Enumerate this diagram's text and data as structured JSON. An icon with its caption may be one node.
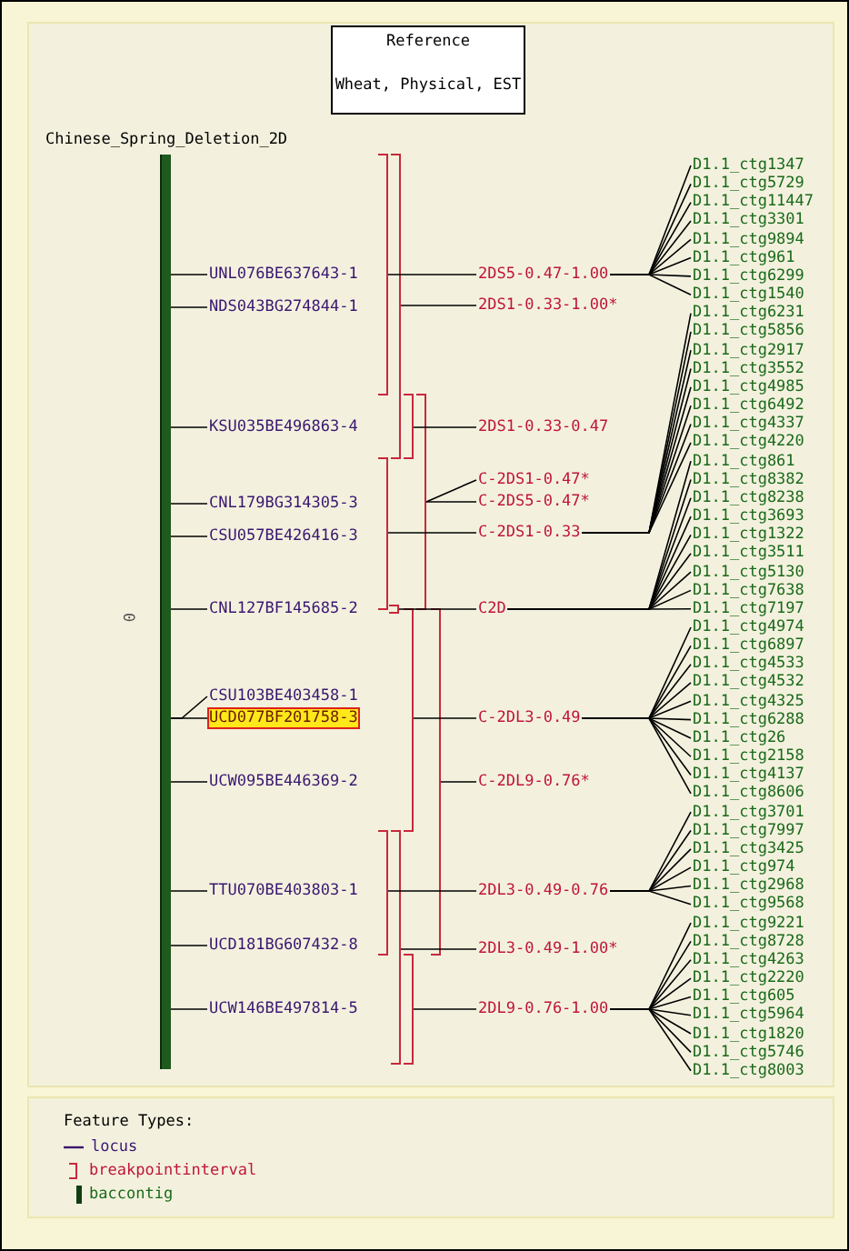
{
  "diagram": {
    "nodes": [
      {
        "text": [
          "Reference",
          "Wheat, Physical, EST"
        ]
      },
      {
        "text": [
          "Chinese_Spring_Deletion_2D"
        ]
      },
      {
        "text": [
          "UNL076BE637643-1"
        ]
      },
      {
        "text": [
          "NDS043BG274844-1"
        ]
      },
      {
        "text": [
          "KSU035BE496863-4"
        ]
      },
      {
        "text": [
          "CNL179BG314305-3"
        ]
      },
      {
        "text": [
          "CSU057BE426416-3"
        ]
      },
      {
        "text": [
          "CNL127BF145685-2"
        ]
      },
      {
        "text": [
          "CSU103BE403458-1"
        ]
      },
      {
        "text": [
          "UCD077BF201758-3"
        ]
      },
      {
        "text": [
          "UCW095BE446369-2"
        ]
      },
      {
        "text": [
          "TTU070BE403803-1"
        ]
      },
      {
        "text": [
          "UCD181BG607432-8"
        ]
      },
      {
        "text": [
          "UCW146BE497814-5"
        ]
      },
      {
        "text": [],
        "shape": "bracket"
      },
      {
        "text": [],
        "shape": "bracket"
      },
      {
        "text": [],
        "shape": "bracket"
      },
      {
        "text": [],
        "shape": "bracket"
      },
      {
        "text": [],
        "shape": "bracket"
      },
      {
        "text": [],
        "shape": "bracket"
      },
      {
        "text": [],
        "shape": "bracket"
      },
      {
        "text": [],
        "shape": "bracket"
      },
      {
        "text": [],
        "shape": "bracket"
      },
      {
        "text": [],
        "shape": "bracket"
      },
      {
        "text": [],
        "shape": "bracket"
      },
      {
        "text": [
          "2DS5-0.47-1.00"
        ]
      },
      {
        "text": [
          "2DS1-0.33-1.00*"
        ]
      },
      {
        "text": [
          "2DS1-0.33-0.47"
        ]
      },
      {
        "text": [
          "C-2DS1-0.47*"
        ]
      },
      {
        "text": [
          "C-2DS5-0.47*"
        ]
      },
      {
        "text": [
          "C-2DS1-0.33"
        ]
      },
      {
        "text": [
          "C2D"
        ]
      },
      {
        "text": [
          "C-2DL3-0.49"
        ]
      },
      {
        "text": [
          "C-2DL9-0.76*"
        ]
      },
      {
        "text": [
          "2DL3-0.49-0.76"
        ]
      },
      {
        "text": [
          "2DL3-0.49-1.00*"
        ]
      },
      {
        "text": [
          "2DL9-0.76-1.00"
        ]
      },
      {
        "text": [
          "D1.1_ctg1347"
        ]
      },
      {
        "text": [
          "D1.1_ctg5729"
        ]
      },
      {
        "text": [
          "D1.1_ctg11447"
        ]
      },
      {
        "text": [
          "D1.1_ctg3301"
        ]
      },
      {
        "text": [
          "D1.1_ctg9894"
        ]
      },
      {
        "text": [
          "D1.1_ctg961"
        ]
      },
      {
        "text": [
          "D1.1_ctg6299"
        ]
      },
      {
        "text": [
          "D1.1_ctg1540"
        ]
      },
      {
        "text": [
          "D1.1_ctg6231"
        ]
      },
      {
        "text": [
          "D1.1_ctg5856"
        ]
      },
      {
        "text": [
          "D1.1_ctg2917"
        ]
      },
      {
        "text": [
          "D1.1_ctg3552"
        ]
      },
      {
        "text": [
          "D1.1_ctg4985"
        ]
      },
      {
        "text": [
          "D1.1_ctg6492"
        ]
      },
      {
        "text": [
          "D1.1_ctg4337"
        ]
      },
      {
        "text": [
          "D1.1_ctg4220"
        ]
      },
      {
        "text": [
          "D1.1_ctg861"
        ]
      },
      {
        "text": [
          "D1.1_ctg8382"
        ]
      },
      {
        "text": [
          "D1.1_ctg8238"
        ]
      },
      {
        "text": [
          "D1.1_ctg3693"
        ]
      },
      {
        "text": [
          "D1.1_ctg1322"
        ]
      },
      {
        "text": [
          "D1.1_ctg3511"
        ]
      },
      {
        "text": [
          "D1.1_ctg5130"
        ]
      },
      {
        "text": [
          "D1.1_ctg7638"
        ]
      },
      {
        "text": [
          "D1.1_ctg7197"
        ]
      },
      {
        "text": [
          "D1.1_ctg4974"
        ]
      },
      {
        "text": [
          "D1.1_ctg6897"
        ]
      },
      {
        "text": [
          "D1.1_ctg4533"
        ]
      },
      {
        "text": [
          "D1.1_ctg4532"
        ]
      },
      {
        "text": [
          "D1.1_ctg4325"
        ]
      },
      {
        "text": [
          "D1.1_ctg6288"
        ]
      },
      {
        "text": [
          "D1.1_ctg26"
        ]
      },
      {
        "text": [
          "D1.1_ctg2158"
        ]
      },
      {
        "text": [
          "D1.1_ctg4137"
        ]
      },
      {
        "text": [
          "D1.1_ctg8606"
        ]
      },
      {
        "text": [
          "D1.1_ctg3701"
        ]
      },
      {
        "text": [
          "D1.1_ctg7997"
        ]
      },
      {
        "text": [
          "D1.1_ctg3425"
        ]
      },
      {
        "text": [
          "D1.1_ctg974"
        ]
      },
      {
        "text": [
          "D1.1_ctg2968"
        ]
      },
      {
        "text": [
          "D1.1_ctg9568"
        ]
      },
      {
        "text": [
          "D1.1_ctg9221"
        ]
      },
      {
        "text": [
          "D1.1_ctg8728"
        ]
      },
      {
        "text": [
          "D1.1_ctg4263"
        ]
      },
      {
        "text": [
          "D1.1_ctg2220"
        ]
      },
      {
        "text": [
          "D1.1_ctg605"
        ]
      },
      {
        "text": [
          "D1.1_ctg5964"
        ]
      },
      {
        "text": [
          "D1.1_ctg1820"
        ]
      },
      {
        "text": [
          "D1.1_ctg5746"
        ]
      },
      {
        "text": [
          "D1.1_ctg8003"
        ]
      }
    ],
    "edges": [
      {
        "from": 1,
        "to": 2,
        "arrow": "none"
      },
      {
        "from": 1,
        "to": 3,
        "arrow": "none"
      },
      {
        "from": 1,
        "to": 4,
        "arrow": "none"
      },
      {
        "from": 1,
        "to": 5,
        "arrow": "none"
      },
      {
        "from": 1,
        "to": 6,
        "arrow": "none"
      },
      {
        "from": 1,
        "to": 7,
        "arrow": "none"
      },
      {
        "from": 1,
        "to": 8,
        "arrow": "none"
      },
      {
        "from": 1,
        "to": 9,
        "arrow": "none"
      },
      {
        "from": 1,
        "to": 10,
        "arrow": "none"
      },
      {
        "from": 1,
        "to": 11,
        "arrow": "none"
      },
      {
        "from": 1,
        "to": 12,
        "arrow": "none"
      },
      {
        "from": 1,
        "to": 13,
        "arrow": "none"
      },
      {
        "from": 14,
        "to": 25,
        "arrow": "none"
      },
      {
        "from": 15,
        "to": 26,
        "arrow": "none"
      },
      {
        "from": 16,
        "to": 27,
        "arrow": "none"
      },
      {
        "from": 17,
        "to": 28,
        "arrow": "none"
      },
      {
        "from": 17,
        "to": 29,
        "arrow": "none"
      },
      {
        "from": 18,
        "to": 30,
        "arrow": "none"
      },
      {
        "from": 19,
        "to": 31,
        "arrow": "none"
      },
      {
        "from": 20,
        "to": 32,
        "arrow": "none"
      },
      {
        "from": 21,
        "to": 33,
        "arrow": "none"
      },
      {
        "from": 22,
        "to": 34,
        "arrow": "none"
      },
      {
        "from": 23,
        "to": 35,
        "arrow": "none"
      },
      {
        "from": 24,
        "to": 36,
        "arrow": "none"
      },
      {
        "from": 25,
        "to": 37,
        "arrow": "none"
      },
      {
        "from": 25,
        "to": 38,
        "arrow": "none"
      },
      {
        "from": 25,
        "to": 39,
        "arrow": "none"
      },
      {
        "from": 25,
        "to": 40,
        "arrow": "none"
      },
      {
        "from": 25,
        "to": 41,
        "arrow": "none"
      },
      {
        "from": 25,
        "to": 42,
        "arrow": "none"
      },
      {
        "from": 25,
        "to": 43,
        "arrow": "none"
      },
      {
        "from": 25,
        "to": 44,
        "arrow": "none"
      },
      {
        "from": 30,
        "to": 45,
        "arrow": "none"
      },
      {
        "from": 30,
        "to": 46,
        "arrow": "none"
      },
      {
        "from": 30,
        "to": 47,
        "arrow": "none"
      },
      {
        "from": 30,
        "to": 48,
        "arrow": "none"
      },
      {
        "from": 30,
        "to": 49,
        "arrow": "none"
      },
      {
        "from": 30,
        "to": 50,
        "arrow": "none"
      },
      {
        "from": 30,
        "to": 51,
        "arrow": "none"
      },
      {
        "from": 30,
        "to": 52,
        "arrow": "none"
      },
      {
        "from": 31,
        "to": 53,
        "arrow": "none"
      },
      {
        "from": 31,
        "to": 54,
        "arrow": "none"
      },
      {
        "from": 31,
        "to": 55,
        "arrow": "none"
      },
      {
        "from": 31,
        "to": 56,
        "arrow": "none"
      },
      {
        "from": 31,
        "to": 57,
        "arrow": "none"
      },
      {
        "from": 31,
        "to": 58,
        "arrow": "none"
      },
      {
        "from": 31,
        "to": 59,
        "arrow": "none"
      },
      {
        "from": 31,
        "to": 60,
        "arrow": "none"
      },
      {
        "from": 31,
        "to": 61,
        "arrow": "none"
      },
      {
        "from": 32,
        "to": 62,
        "arrow": "none"
      },
      {
        "from": 32,
        "to": 63,
        "arrow": "none"
      },
      {
        "from": 32,
        "to": 64,
        "arrow": "none"
      },
      {
        "from": 32,
        "to": 65,
        "arrow": "none"
      },
      {
        "from": 32,
        "to": 66,
        "arrow": "none"
      },
      {
        "from": 32,
        "to": 67,
        "arrow": "none"
      },
      {
        "from": 32,
        "to": 68,
        "arrow": "none"
      },
      {
        "from": 32,
        "to": 69,
        "arrow": "none"
      },
      {
        "from": 32,
        "to": 70,
        "arrow": "none"
      },
      {
        "from": 32,
        "to": 71,
        "arrow": "none"
      },
      {
        "from": 34,
        "to": 72,
        "arrow": "none"
      },
      {
        "from": 34,
        "to": 73,
        "arrow": "none"
      },
      {
        "from": 34,
        "to": 74,
        "arrow": "none"
      },
      {
        "from": 34,
        "to": 75,
        "arrow": "none"
      },
      {
        "from": 34,
        "to": 76,
        "arrow": "none"
      },
      {
        "from": 34,
        "to": 77,
        "arrow": "none"
      },
      {
        "from": 36,
        "to": 78,
        "arrow": "none"
      },
      {
        "from": 36,
        "to": 79,
        "arrow": "none"
      },
      {
        "from": 36,
        "to": 80,
        "arrow": "none"
      },
      {
        "from": 36,
        "to": 81,
        "arrow": "none"
      },
      {
        "from": 36,
        "to": 82,
        "arrow": "none"
      },
      {
        "from": 36,
        "to": 83,
        "arrow": "none"
      },
      {
        "from": 36,
        "to": 84,
        "arrow": "none"
      },
      {
        "from": 36,
        "to": 85,
        "arrow": "none"
      },
      {
        "from": 36,
        "to": 86,
        "arrow": "none"
      }
    ],
    "labels": [
      "0",
      "Feature Types:"
    ],
    "legend": [
      {
        "text": "locus"
      },
      {
        "text": "breakpointinterval"
      },
      {
        "text": "baccontig"
      }
    ]
  }
}
